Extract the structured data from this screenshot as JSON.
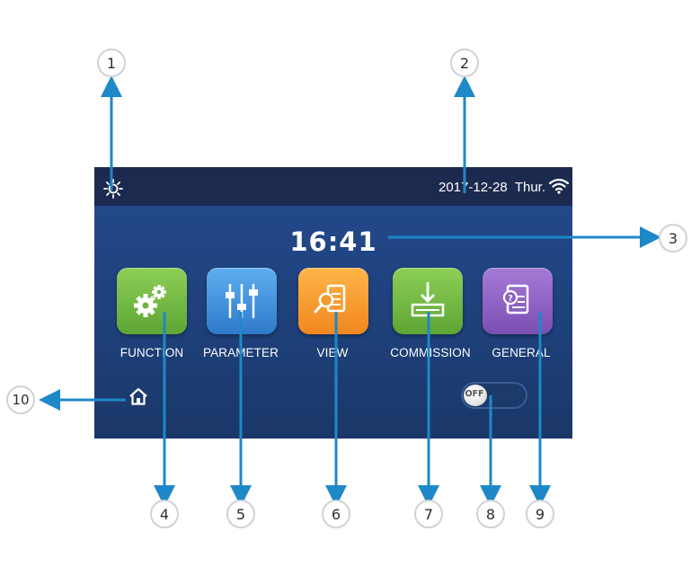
{
  "screen": {
    "date": "2017-12-28",
    "weekday": "Thur.",
    "time": "16:41",
    "toggle_label": "OFF"
  },
  "tiles": [
    {
      "label": "FUNCTION",
      "icon": "gears-icon",
      "color": "#6fb43f"
    },
    {
      "label": "PARAMETER",
      "icon": "sliders-icon",
      "color": "#3f8fd8"
    },
    {
      "label": "VIEW",
      "icon": "document-search-icon",
      "color": "#f29a2e"
    },
    {
      "label": "COMMISSION",
      "icon": "download-tray-icon",
      "color": "#6fb43f"
    },
    {
      "label": "GENERAL",
      "icon": "help-document-icon",
      "color": "#8a5fbf"
    }
  ],
  "icons": {
    "status": "sun-icon",
    "wifi": "wifi-icon",
    "home": "home-icon"
  },
  "callouts": [
    "1",
    "2",
    "3",
    "4",
    "5",
    "6",
    "7",
    "8",
    "9",
    "10"
  ],
  "colors": {
    "accent": "#1e88c8",
    "topbar": "#1d2a4f",
    "screen": "#1f3f73"
  }
}
